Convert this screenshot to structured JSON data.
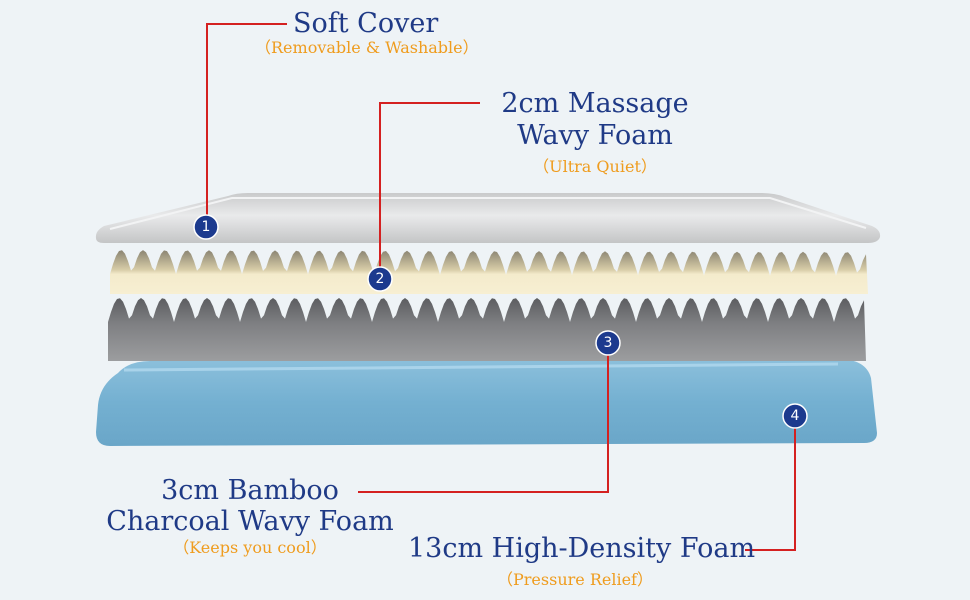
{
  "layers": [
    {
      "number": "1",
      "title": "Soft Cover",
      "title_line2": "",
      "note": "（Removable & Washable）"
    },
    {
      "number": "2",
      "title": "2cm Massage",
      "title_line2": "Wavy Foam",
      "note": "（Ultra Quiet）"
    },
    {
      "number": "3",
      "title": "3cm Bamboo",
      "title_line2": "Charcoal Wavy Foam",
      "note": "（Keeps you cool）"
    },
    {
      "number": "4",
      "title": "13cm High-Density Foam",
      "title_line2": "",
      "note": "（Pressure Relief）"
    }
  ],
  "colors": {
    "background": "#eef3f6",
    "title_text": "#1f3a86",
    "note_text": "#ef9c1e",
    "leader_line": "#d42020",
    "badge": "#1c3a8e",
    "soft_cover": "#d2d3d4",
    "massage_foam": "#f2e8c6",
    "charcoal_foam": "#8e8f92",
    "base_foam": "#79b3d2"
  }
}
